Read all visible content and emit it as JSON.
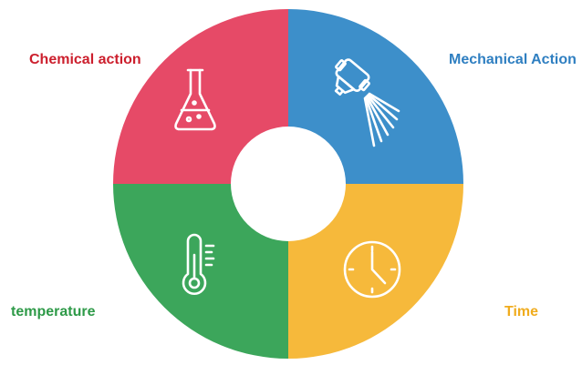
{
  "labels": {
    "chemical": "Chemical action",
    "mechanical": "Mechanical Action",
    "temperature": "temperature",
    "time": "Time"
  },
  "quadrants": [
    {
      "name": "chemical-action",
      "color": "#e64a67",
      "icon": "flask-icon"
    },
    {
      "name": "mechanical-action",
      "color": "#3d8fca",
      "icon": "spray-nozzle-icon"
    },
    {
      "name": "time",
      "color": "#f6b93b",
      "icon": "clock-icon"
    },
    {
      "name": "temperature",
      "color": "#3ca65b",
      "icon": "thermometer-icon"
    }
  ],
  "label_colors": {
    "chemical": "#cc1f2d",
    "mechanical": "#2f7fc1",
    "temperature": "#2e9a48",
    "time": "#f0ac1e"
  }
}
